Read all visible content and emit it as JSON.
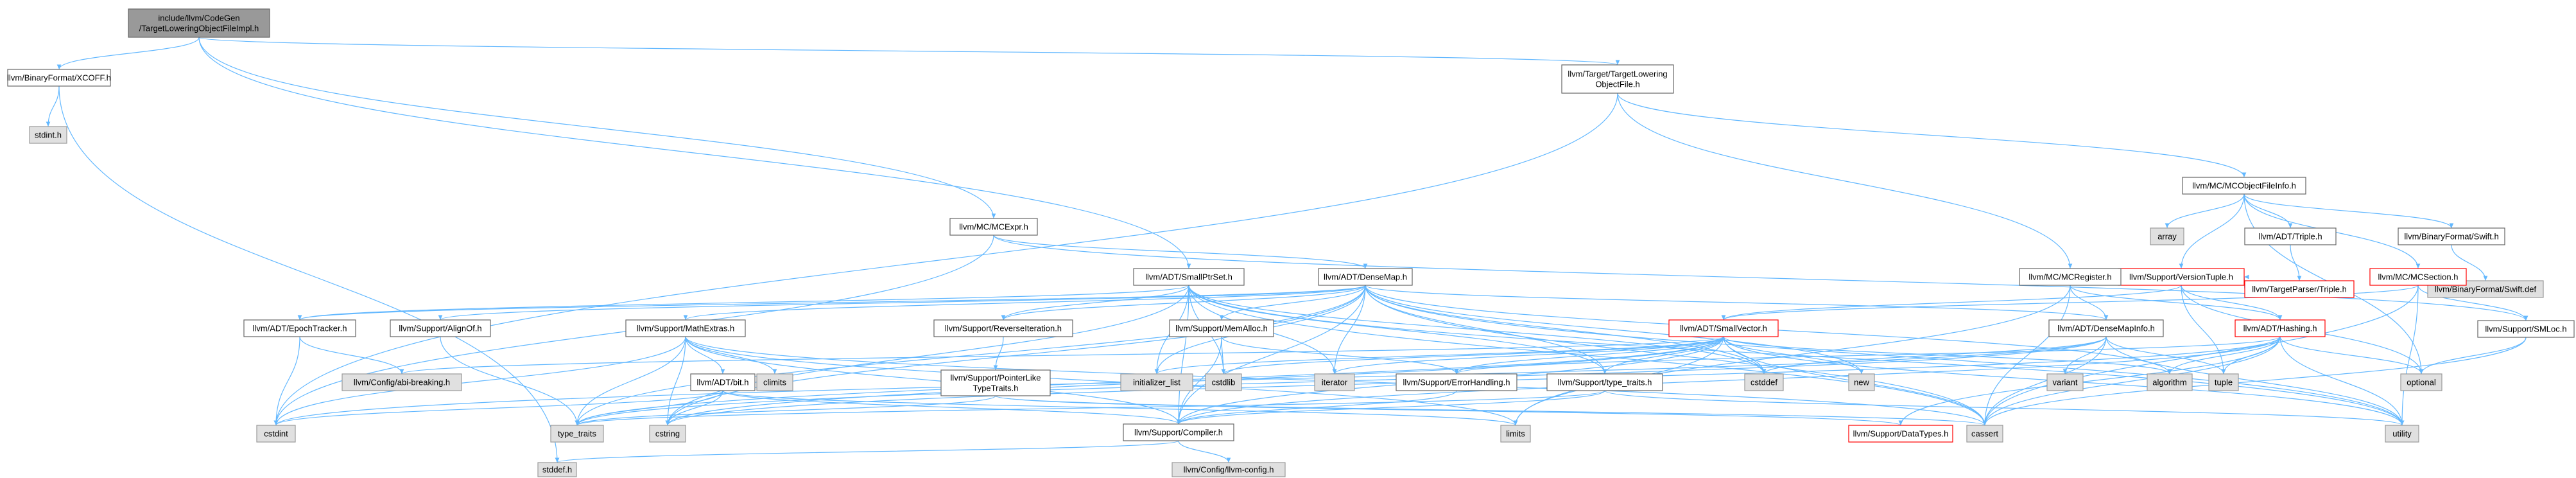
{
  "colors": {
    "edge": "#63b8ff",
    "edge_dark": "#63b8ff",
    "node_fill": "#ffffff",
    "node_stroke": "#666666",
    "root_fill": "#999999",
    "root_stroke": "#666666",
    "system_fill": "#e0e0e0",
    "system_stroke": "#999999",
    "truncated_stroke": "#ff0000"
  },
  "nodes": [
    {
      "id": "root",
      "lines": [
        "include/llvm/CodeGen",
        "/TargetLoweringObjectFileImpl.h"
      ],
      "kind": "root"
    },
    {
      "id": "xcoff",
      "lines": [
        "llvm/BinaryFormat/XCOFF.h"
      ],
      "kind": "node"
    },
    {
      "id": "tlof",
      "lines": [
        "llvm/Target/TargetLowering",
        "ObjectFile.h"
      ],
      "kind": "node"
    },
    {
      "id": "stdint",
      "lines": [
        "stdint.h"
      ],
      "kind": "system"
    },
    {
      "id": "mcobjinfo",
      "lines": [
        "llvm/MC/MCObjectFileInfo.h"
      ],
      "kind": "node"
    },
    {
      "id": "array",
      "lines": [
        "array"
      ],
      "kind": "system"
    },
    {
      "id": "triple",
      "lines": [
        "llvm/ADT/Triple.h"
      ],
      "kind": "node"
    },
    {
      "id": "swift",
      "lines": [
        "llvm/BinaryFormat/Swift.h"
      ],
      "kind": "node"
    },
    {
      "id": "swiftdef",
      "lines": [
        "llvm/BinaryFormat/Swift.def"
      ],
      "kind": "system"
    },
    {
      "id": "tptriple",
      "lines": [
        "llvm/TargetParser/Triple.h"
      ],
      "kind": "truncated"
    },
    {
      "id": "mcexpr",
      "lines": [
        "llvm/MC/MCExpr.h"
      ],
      "kind": "node"
    },
    {
      "id": "mcsection",
      "lines": [
        "llvm/MC/MCSection.h"
      ],
      "kind": "truncated"
    },
    {
      "id": "versiontuple",
      "lines": [
        "llvm/Support/VersionTuple.h"
      ],
      "kind": "truncated"
    },
    {
      "id": "mcregister",
      "lines": [
        "llvm/MC/MCRegister.h"
      ],
      "kind": "node"
    },
    {
      "id": "smallptrset",
      "lines": [
        "llvm/ADT/SmallPtrSet.h"
      ],
      "kind": "node"
    },
    {
      "id": "densemap",
      "lines": [
        "llvm/ADT/DenseMap.h"
      ],
      "kind": "node"
    },
    {
      "id": "smloc",
      "lines": [
        "llvm/Support/SMLoc.h"
      ],
      "kind": "node"
    },
    {
      "id": "epoch",
      "lines": [
        "llvm/ADT/EpochTracker.h"
      ],
      "kind": "node"
    },
    {
      "id": "alignof",
      "lines": [
        "llvm/Support/AlignOf.h"
      ],
      "kind": "node"
    },
    {
      "id": "mathextras",
      "lines": [
        "llvm/Support/MathExtras.h"
      ],
      "kind": "node"
    },
    {
      "id": "reverseiter",
      "lines": [
        "llvm/Support/ReverseIteration.h"
      ],
      "kind": "node"
    },
    {
      "id": "memalloc",
      "lines": [
        "llvm/Support/MemAlloc.h"
      ],
      "kind": "node"
    },
    {
      "id": "smallvector",
      "lines": [
        "llvm/ADT/SmallVector.h"
      ],
      "kind": "truncated"
    },
    {
      "id": "densemapinfo",
      "lines": [
        "llvm/ADT/DenseMapInfo.h"
      ],
      "kind": "node"
    },
    {
      "id": "hashing",
      "lines": [
        "llvm/ADT/Hashing.h"
      ],
      "kind": "truncated"
    },
    {
      "id": "abibreaking",
      "lines": [
        "llvm/Config/abi-breaking.h"
      ],
      "kind": "system"
    },
    {
      "id": "climits",
      "lines": [
        "climits"
      ],
      "kind": "system"
    },
    {
      "id": "bit",
      "lines": [
        "llvm/ADT/bit.h"
      ],
      "kind": "node"
    },
    {
      "id": "ptrlike",
      "lines": [
        "llvm/Support/PointerLike",
        "TypeTraits.h"
      ],
      "kind": "node"
    },
    {
      "id": "initlist",
      "lines": [
        "initializer_list"
      ],
      "kind": "system"
    },
    {
      "id": "cstdlib",
      "lines": [
        "cstdlib"
      ],
      "kind": "system"
    },
    {
      "id": "iterator",
      "lines": [
        "iterator"
      ],
      "kind": "system"
    },
    {
      "id": "errorhandling",
      "lines": [
        "llvm/Support/ErrorHandling.h"
      ],
      "kind": "node"
    },
    {
      "id": "typetraits_h",
      "lines": [
        "llvm/Support/type_traits.h"
      ],
      "kind": "node"
    },
    {
      "id": "cstddef",
      "lines": [
        "cstddef"
      ],
      "kind": "system"
    },
    {
      "id": "new",
      "lines": [
        "new"
      ],
      "kind": "system"
    },
    {
      "id": "variant",
      "lines": [
        "variant"
      ],
      "kind": "system"
    },
    {
      "id": "algorithm",
      "lines": [
        "algorithm"
      ],
      "kind": "system"
    },
    {
      "id": "tuple",
      "lines": [
        "tuple"
      ],
      "kind": "system"
    },
    {
      "id": "optional",
      "lines": [
        "optional"
      ],
      "kind": "system"
    },
    {
      "id": "cstdint",
      "lines": [
        "cstdint"
      ],
      "kind": "system"
    },
    {
      "id": "type_traits",
      "lines": [
        "type_traits"
      ],
      "kind": "system"
    },
    {
      "id": "cstring",
      "lines": [
        "cstring"
      ],
      "kind": "system"
    },
    {
      "id": "compiler",
      "lines": [
        "llvm/Support/Compiler.h"
      ],
      "kind": "node"
    },
    {
      "id": "limits",
      "lines": [
        "limits"
      ],
      "kind": "system"
    },
    {
      "id": "datatypes",
      "lines": [
        "llvm/Support/DataTypes.h"
      ],
      "kind": "truncated"
    },
    {
      "id": "cassert",
      "lines": [
        "cassert"
      ],
      "kind": "system"
    },
    {
      "id": "utility",
      "lines": [
        "utility"
      ],
      "kind": "system"
    },
    {
      "id": "stddef",
      "lines": [
        "stddef.h"
      ],
      "kind": "system"
    },
    {
      "id": "llvmconfig",
      "lines": [
        "llvm/Config/llvm-config.h"
      ],
      "kind": "system"
    }
  ],
  "edges": [
    [
      "root",
      "xcoff"
    ],
    [
      "root",
      "tlof"
    ],
    [
      "root",
      "mcexpr"
    ],
    [
      "root",
      "smallptrset"
    ],
    [
      "xcoff",
      "stdint"
    ],
    [
      "xcoff",
      "stddef"
    ],
    [
      "tlof",
      "mcobjinfo"
    ],
    [
      "tlof",
      "mcregister"
    ],
    [
      "tlof",
      "cstdint"
    ],
    [
      "mcobjinfo",
      "array"
    ],
    [
      "mcobjinfo",
      "triple"
    ],
    [
      "mcobjinfo",
      "swift"
    ],
    [
      "mcobjinfo",
      "versiontuple"
    ],
    [
      "mcobjinfo",
      "mcsection"
    ],
    [
      "mcobjinfo",
      "optional"
    ],
    [
      "triple",
      "tptriple"
    ],
    [
      "tptriple",
      "versiontuple"
    ],
    [
      "swift",
      "swiftdef"
    ],
    [
      "mcexpr",
      "densemap"
    ],
    [
      "mcexpr",
      "smloc"
    ],
    [
      "mcexpr",
      "cstdint"
    ],
    [
      "mcregister",
      "densemapinfo"
    ],
    [
      "mcregister",
      "hashing"
    ],
    [
      "mcregister",
      "cassert"
    ],
    [
      "mcregister",
      "limits"
    ],
    [
      "versiontuple",
      "hashing"
    ],
    [
      "versiontuple",
      "optional"
    ],
    [
      "versiontuple",
      "tuple"
    ],
    [
      "versiontuple",
      "smallvector"
    ],
    [
      "mcsection",
      "smallvector"
    ],
    [
      "mcsection",
      "cassert"
    ],
    [
      "mcsection",
      "utility"
    ],
    [
      "mcsection",
      "smloc"
    ],
    [
      "smloc",
      "optional"
    ],
    [
      "smloc",
      "cassert"
    ],
    [
      "smallptrset",
      "epoch"
    ],
    [
      "smallptrset",
      "compiler"
    ],
    [
      "smallptrset",
      "reverseiter"
    ],
    [
      "smallptrset",
      "typetraits_h"
    ],
    [
      "smallptrset",
      "cassert"
    ],
    [
      "smallptrset",
      "cstddef"
    ],
    [
      "smallptrset",
      "cstdlib"
    ],
    [
      "smallptrset",
      "cstring"
    ],
    [
      "smallptrset",
      "initlist"
    ],
    [
      "smallptrset",
      "iterator"
    ],
    [
      "smallptrset",
      "utility"
    ],
    [
      "densemap",
      "densemapinfo"
    ],
    [
      "densemap",
      "epoch"
    ],
    [
      "densemap",
      "alignof"
    ],
    [
      "densemap",
      "compiler"
    ],
    [
      "densemap",
      "mathextras"
    ],
    [
      "densemap",
      "memalloc"
    ],
    [
      "densemap",
      "reverseiter"
    ],
    [
      "densemap",
      "typetraits_h"
    ],
    [
      "densemap",
      "algorithm"
    ],
    [
      "densemap",
      "cassert"
    ],
    [
      "densemap",
      "cstddef"
    ],
    [
      "densemap",
      "cstring"
    ],
    [
      "densemap",
      "initlist"
    ],
    [
      "densemap",
      "iterator"
    ],
    [
      "densemap",
      "new"
    ],
    [
      "densemap",
      "type_traits"
    ],
    [
      "densemap",
      "utility"
    ],
    [
      "epoch",
      "abibreaking"
    ],
    [
      "epoch",
      "cstdint"
    ],
    [
      "alignof",
      "type_traits"
    ],
    [
      "mathextras",
      "bit"
    ],
    [
      "mathextras",
      "compiler"
    ],
    [
      "mathextras",
      "cassert"
    ],
    [
      "mathextras",
      "climits"
    ],
    [
      "mathextras",
      "cstdint"
    ],
    [
      "mathextras",
      "cstring"
    ],
    [
      "mathextras",
      "limits"
    ],
    [
      "mathextras",
      "type_traits"
    ],
    [
      "bit",
      "compiler"
    ],
    [
      "bit",
      "cstdint"
    ],
    [
      "bit",
      "limits"
    ],
    [
      "bit",
      "type_traits"
    ],
    [
      "bit",
      "cstring"
    ],
    [
      "reverseiter",
      "ptrlike"
    ],
    [
      "ptrlike",
      "datatypes"
    ],
    [
      "ptrlike",
      "cassert"
    ],
    [
      "ptrlike",
      "type_traits"
    ],
    [
      "memalloc",
      "compiler"
    ],
    [
      "memalloc",
      "errorhandling"
    ],
    [
      "memalloc",
      "cstdlib"
    ],
    [
      "errorhandling",
      "compiler"
    ],
    [
      "typetraits_h",
      "compiler"
    ],
    [
      "typetraits_h",
      "type_traits"
    ],
    [
      "typetraits_h",
      "utility"
    ],
    [
      "smallvector",
      "compiler"
    ],
    [
      "smallvector",
      "typetraits_h"
    ],
    [
      "smallvector",
      "algorithm"
    ],
    [
      "smallvector",
      "cassert"
    ],
    [
      "smallvector",
      "cstddef"
    ],
    [
      "smallvector",
      "cstdlib"
    ],
    [
      "smallvector",
      "cstring"
    ],
    [
      "smallvector",
      "functional"
    ],
    [
      "smallvector",
      "initlist"
    ],
    [
      "smallvector",
      "iterator"
    ],
    [
      "smallvector",
      "limits"
    ],
    [
      "smallvector",
      "memory"
    ],
    [
      "smallvector",
      "new"
    ],
    [
      "smallvector",
      "type_traits"
    ],
    [
      "smallvector",
      "utility"
    ],
    [
      "smallvector",
      "abibreaking"
    ],
    [
      "smallvector",
      "errorhandling"
    ],
    [
      "densemapinfo",
      "cassert"
    ],
    [
      "densemapinfo",
      "cstddef"
    ],
    [
      "densemapinfo",
      "cstdint"
    ],
    [
      "densemapinfo",
      "tuple"
    ],
    [
      "densemapinfo",
      "type_traits"
    ],
    [
      "densemapinfo",
      "utility"
    ],
    [
      "densemapinfo",
      "variant"
    ],
    [
      "hashing",
      "errorhandling"
    ],
    [
      "hashing",
      "datatypes"
    ],
    [
      "hashing",
      "algorithm"
    ],
    [
      "hashing",
      "cassert"
    ],
    [
      "hashing",
      "cstring"
    ],
    [
      "hashing",
      "optional"
    ],
    [
      "hashing",
      "string"
    ],
    [
      "hashing",
      "tuple"
    ],
    [
      "hashing",
      "utility"
    ],
    [
      "hashing",
      "compiler"
    ],
    [
      "compiler",
      "llvmconfig"
    ],
    [
      "compiler",
      "stddef"
    ]
  ]
}
